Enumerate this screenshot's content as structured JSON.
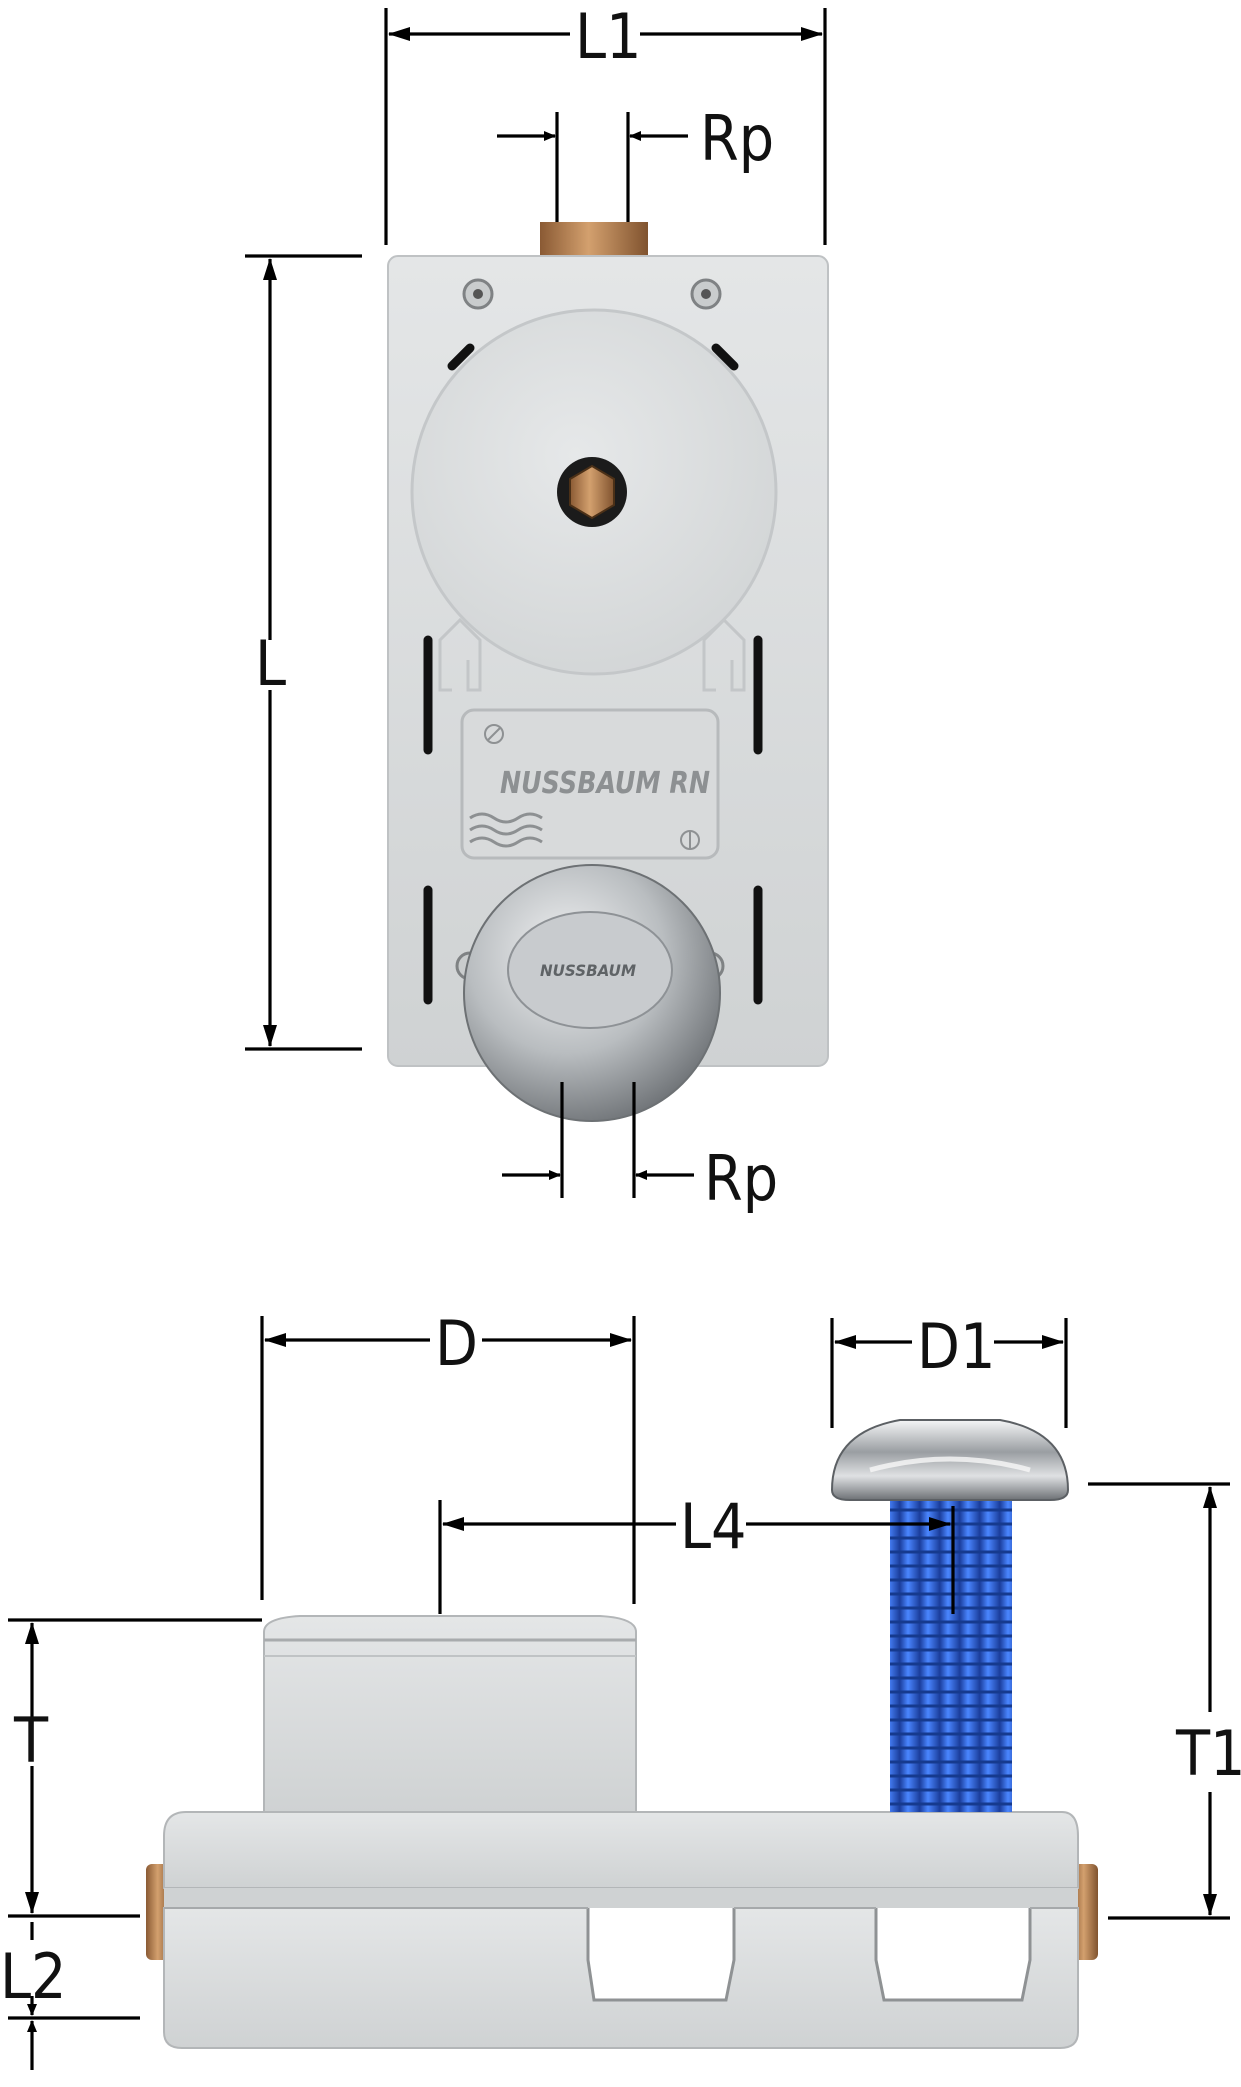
{
  "labels": {
    "L1": "L1",
    "Rp_top": "Rp",
    "L": "L",
    "Rp_bottom": "Rp",
    "D": "D",
    "D1": "D1",
    "L4": "L4",
    "T": "T",
    "T1": "T1",
    "L2": "L2"
  },
  "product": {
    "brand_front": "NUSSBAUM RN",
    "brand_knob": "NUSSBAUM"
  },
  "colors": {
    "styrofoam": "#dcdedf",
    "styrofoam_dark": "#b9bcbe",
    "brass": "#b98a5e",
    "chrome": "#b4b7ba",
    "blue_pipe": "#2f62d4",
    "dimension_lines": "#000000"
  }
}
